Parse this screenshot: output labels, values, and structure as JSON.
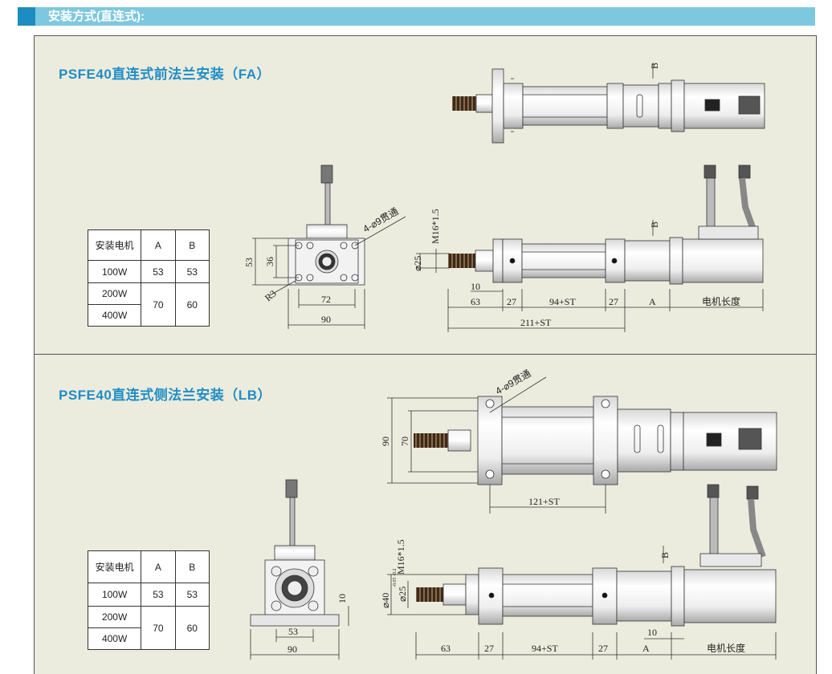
{
  "header": {
    "title": "安装方式(直连式):"
  },
  "section_fa": {
    "title": "PSFE40直连式前法兰安装（FA）",
    "table": {
      "headers": [
        "安装电机",
        "A",
        "B"
      ],
      "rows": [
        {
          "motor": "100W",
          "a": "53",
          "b": "53"
        },
        {
          "motor": "200W",
          "a": "70",
          "b": "60"
        },
        {
          "motor": "400W"
        }
      ]
    },
    "front_view": {
      "holes_label": "4-⌀9贯通",
      "dim_53": "53",
      "dim_36": "36",
      "dim_72": "72",
      "dim_90": "90",
      "dim_r3": "R3"
    },
    "top_view": {
      "dim_b": "B"
    },
    "side_view": {
      "thread": "M16*1.5",
      "dia": "⌀25",
      "dim_b": "B",
      "dim_10": "10",
      "dim_63": "63",
      "dim_27a": "27",
      "dim_stroke": "94+ST",
      "dim_27b": "27",
      "dim_a": "A",
      "motor_len": "电机长度",
      "total": "211+ST"
    }
  },
  "section_lb": {
    "title": "PSFE40直连式侧法兰安装（LB）",
    "table": {
      "headers": [
        "安装电机",
        "A",
        "B"
      ],
      "rows": [
        {
          "motor": "100W",
          "a": "53",
          "b": "53"
        },
        {
          "motor": "200W",
          "a": "70",
          "b": "60"
        },
        {
          "motor": "400W"
        }
      ]
    },
    "top_view": {
      "holes_label": "4-⌀9贯通",
      "dim_90": "90",
      "dim_70": "70",
      "dim_span": "121+ST"
    },
    "front_view": {
      "dim_10": "10",
      "dim_53": "53",
      "dim_90": "90"
    },
    "side_view": {
      "thread": "M16*1.5",
      "dia40": "⌀40",
      "tol": "-0.05 -0.2",
      "dia25": "⌀25",
      "dim_b": "B",
      "dim_10": "10",
      "dim_63": "63",
      "dim_27a": "27",
      "dim_stroke": "94+ST",
      "dim_27b": "27",
      "dim_a": "A",
      "motor_len": "电机长度"
    }
  },
  "colors": {
    "accent": "#1d8cc0",
    "header_bg": "#7ec8df",
    "panel_bg": "#ececde",
    "title": "#1f8dc6"
  }
}
